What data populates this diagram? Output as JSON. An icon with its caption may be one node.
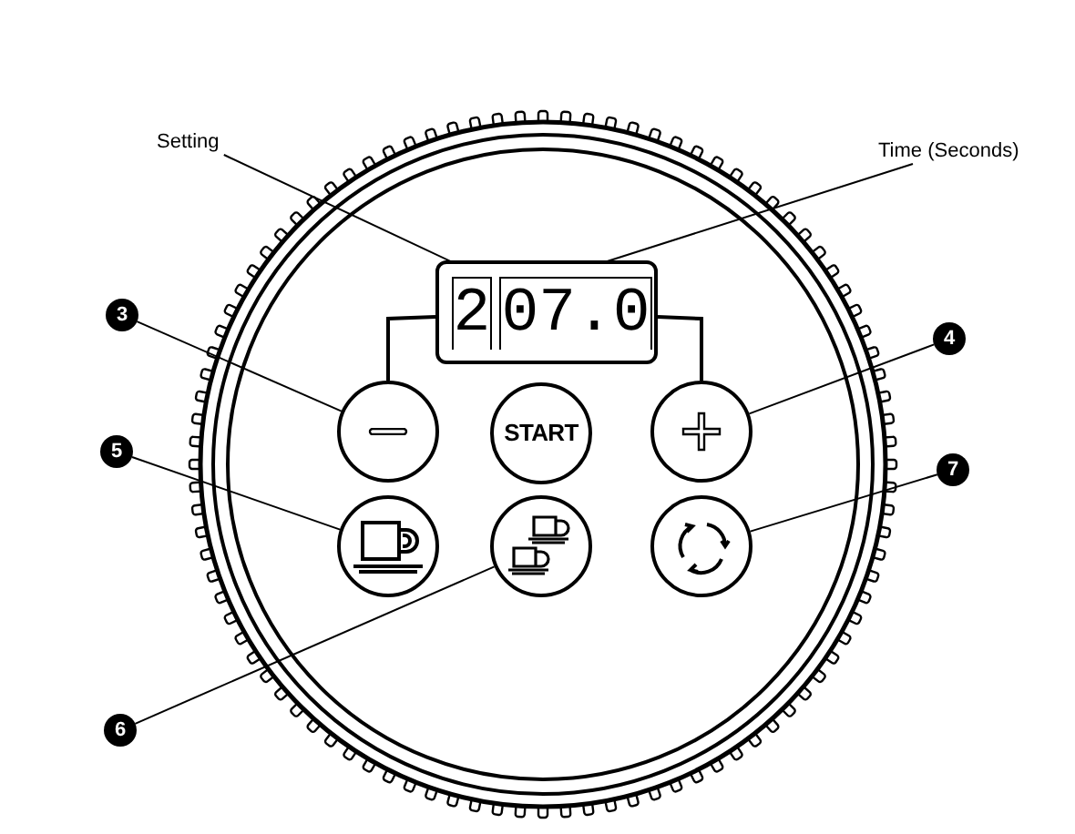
{
  "diagram": {
    "nodes": [
      {
        "text": [
          "Setting"
        ]
      },
      {
        "text": [
          "Time (Seconds)"
        ]
      },
      {
        "text": [],
        "shape": "box"
      },
      {
        "text": [
          "2"
        ],
        "in": 2
      },
      {
        "text": [
          "07.0"
        ],
        "in": 2
      },
      {
        "text": [
          "3"
        ]
      },
      {
        "text": [],
        "shape": "circle"
      },
      {
        "text": [
          "START"
        ]
      },
      {
        "text": [
          "4"
        ]
      },
      {
        "text": [],
        "shape": "circle"
      },
      {
        "text": [
          "5"
        ]
      },
      {
        "text": [],
        "shape": "circle"
      },
      {
        "text": [],
        "shape": "circle"
      },
      {
        "text": [
          "7"
        ]
      },
      {
        "text": [],
        "shape": "circle"
      },
      {
        "text": [
          "6"
        ]
      }
    ],
    "edges": [
      {
        "from": 0,
        "to": 3,
        "arrow": "none"
      },
      {
        "from": 1,
        "to": 4,
        "arrow": "none"
      },
      {
        "from": 2,
        "to": 6,
        "arrow": "none"
      },
      {
        "from": 2,
        "to": 9,
        "arrow": "none"
      },
      {
        "from": 5,
        "to": 6,
        "arrow": "none"
      },
      {
        "from": 8,
        "to": 9,
        "arrow": "none"
      },
      {
        "from": 10,
        "to": 11,
        "arrow": "none"
      },
      {
        "from": 13,
        "to": 14,
        "arrow": "none"
      },
      {
        "from": 15,
        "to": 12,
        "arrow": "none"
      }
    ]
  }
}
